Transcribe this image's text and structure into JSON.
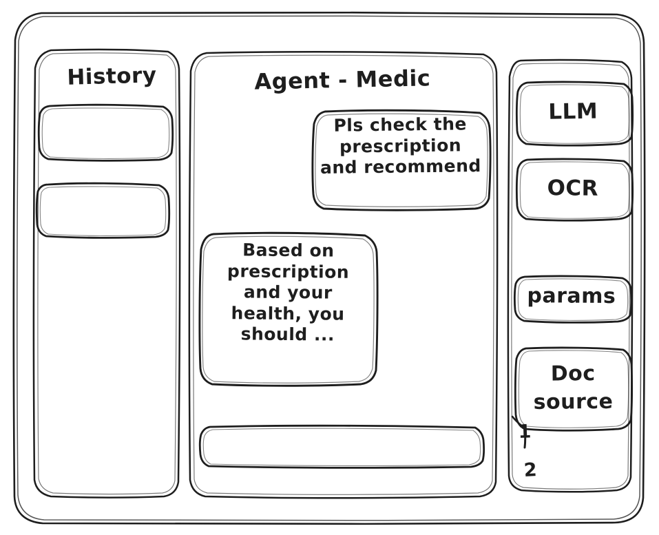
{
  "window": {
    "name": "agent-medic-wireframe"
  },
  "sidebar_left": {
    "title": "History",
    "items": [
      {
        "label": ""
      },
      {
        "label": ""
      }
    ]
  },
  "main": {
    "title": "Agent - Medic",
    "messages": [
      {
        "role": "user",
        "text": "Pls check the\nprescription\nand recommend"
      },
      {
        "role": "assistant",
        "text": "Based on\nprescription\nand your\nhealth, you\nshould ..."
      }
    ],
    "composer": {
      "value": "",
      "placeholder": ""
    }
  },
  "sidebar_right": {
    "buttons": [
      {
        "label": "LLM"
      },
      {
        "label": "OCR"
      }
    ],
    "params_label": "params",
    "doc_source_label": "Doc\nsource",
    "doc_source_list": [
      {
        "label": "1"
      },
      {
        "label": "2"
      }
    ]
  },
  "colors": {
    "stroke": "#1e1e1e",
    "background": "#ffffff"
  }
}
